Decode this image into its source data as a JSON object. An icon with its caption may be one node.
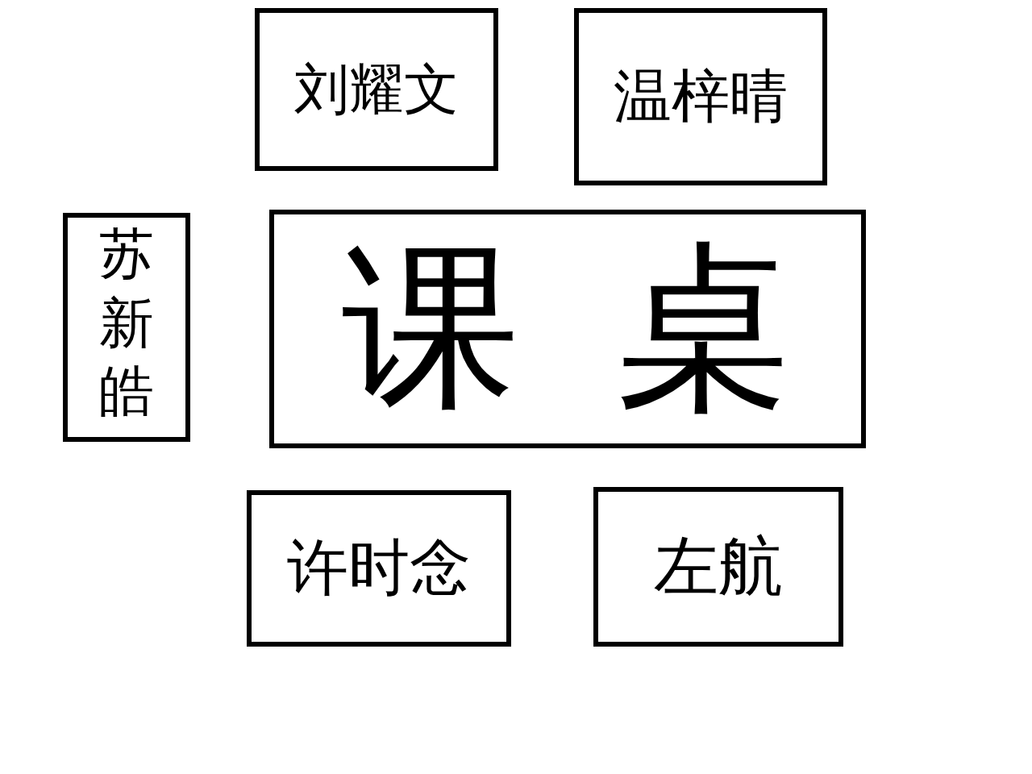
{
  "diagram": {
    "nodes": [
      {
        "text": [
          "刘耀文"
        ]
      },
      {
        "text": [
          "温梓晴"
        ]
      },
      {
        "text": [
          "苏新皓"
        ]
      },
      {
        "text": [
          "课桌"
        ]
      },
      {
        "text": [
          "许时念"
        ]
      },
      {
        "text": [
          "左航"
        ]
      }
    ]
  }
}
